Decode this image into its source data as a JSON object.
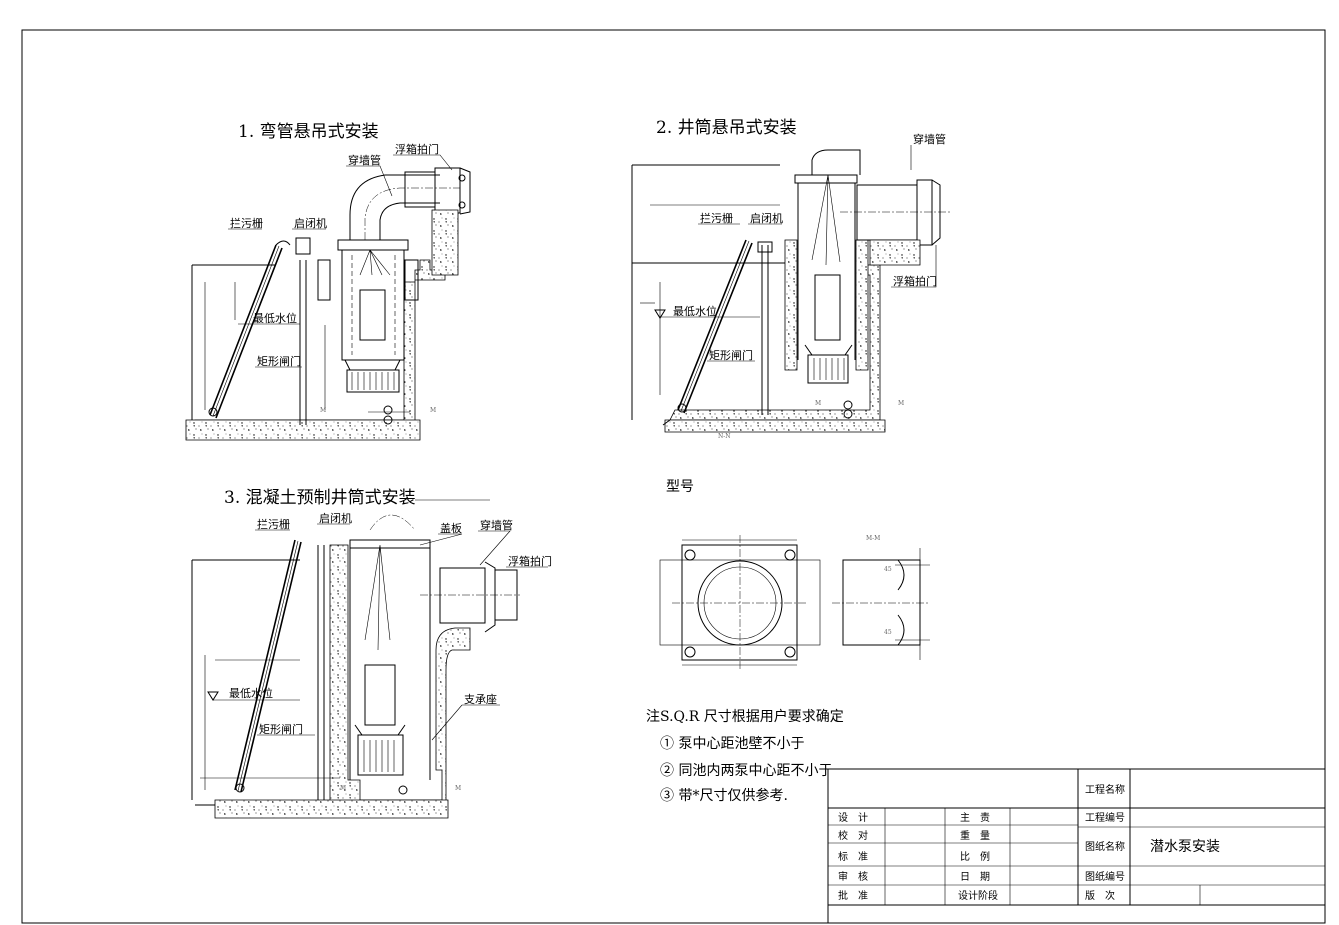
{
  "views": {
    "v1": {
      "title": "1. 弯管悬吊式安装",
      "labels": {
        "trash_rack": "拦污栅",
        "hoist": "启闭机",
        "wall_pipe": "穿墙管",
        "flap_valve": "浮箱拍门",
        "min_water_level": "最低水位",
        "rect_gate": "矩形闸门"
      }
    },
    "v2": {
      "title": "2. 井筒悬吊式安装",
      "labels": {
        "wall_pipe": "穿墙管",
        "trash_rack": "拦污栅",
        "hoist": "启闭机",
        "flap_valve": "浮箱拍门",
        "min_water_level": "最低水位",
        "rect_gate": "矩形闸门"
      }
    },
    "v3": {
      "title": "3. 混凝土预制井筒式安装",
      "labels": {
        "trash_rack": "拦污栅",
        "hoist": "启闭机",
        "cover_plate": "盖板",
        "wall_pipe": "穿墙管",
        "flap_valve": "浮箱拍门",
        "min_water_level": "最低水位",
        "rect_gate": "矩形闸门",
        "support_seat": "支承座"
      }
    },
    "model": {
      "title": "型号",
      "section_label": "M-M",
      "angle_top": "45",
      "angle_bottom": "45"
    }
  },
  "notes": {
    "heading": "注S.Q.R 尺寸根据用户要求确定",
    "items": [
      "① 泵中心距池壁不小于",
      "② 同池内两泵中心距不小于",
      "③ 带*尺寸仅供参考."
    ]
  },
  "title_block": {
    "design": "设　计",
    "chief": "主　责",
    "check": "校　对",
    "weight": "重　量",
    "standard": "标　准",
    "scale": "比　例",
    "review": "审　核",
    "date": "日　期",
    "approve": "批　准",
    "stage": "设计阶段",
    "project_name": "工程名称",
    "project_no": "工程编号",
    "drawing_name": "图纸名称",
    "drawing_no": "图纸编号",
    "version": "版　次",
    "drawing_title": "潜水泵安装"
  }
}
